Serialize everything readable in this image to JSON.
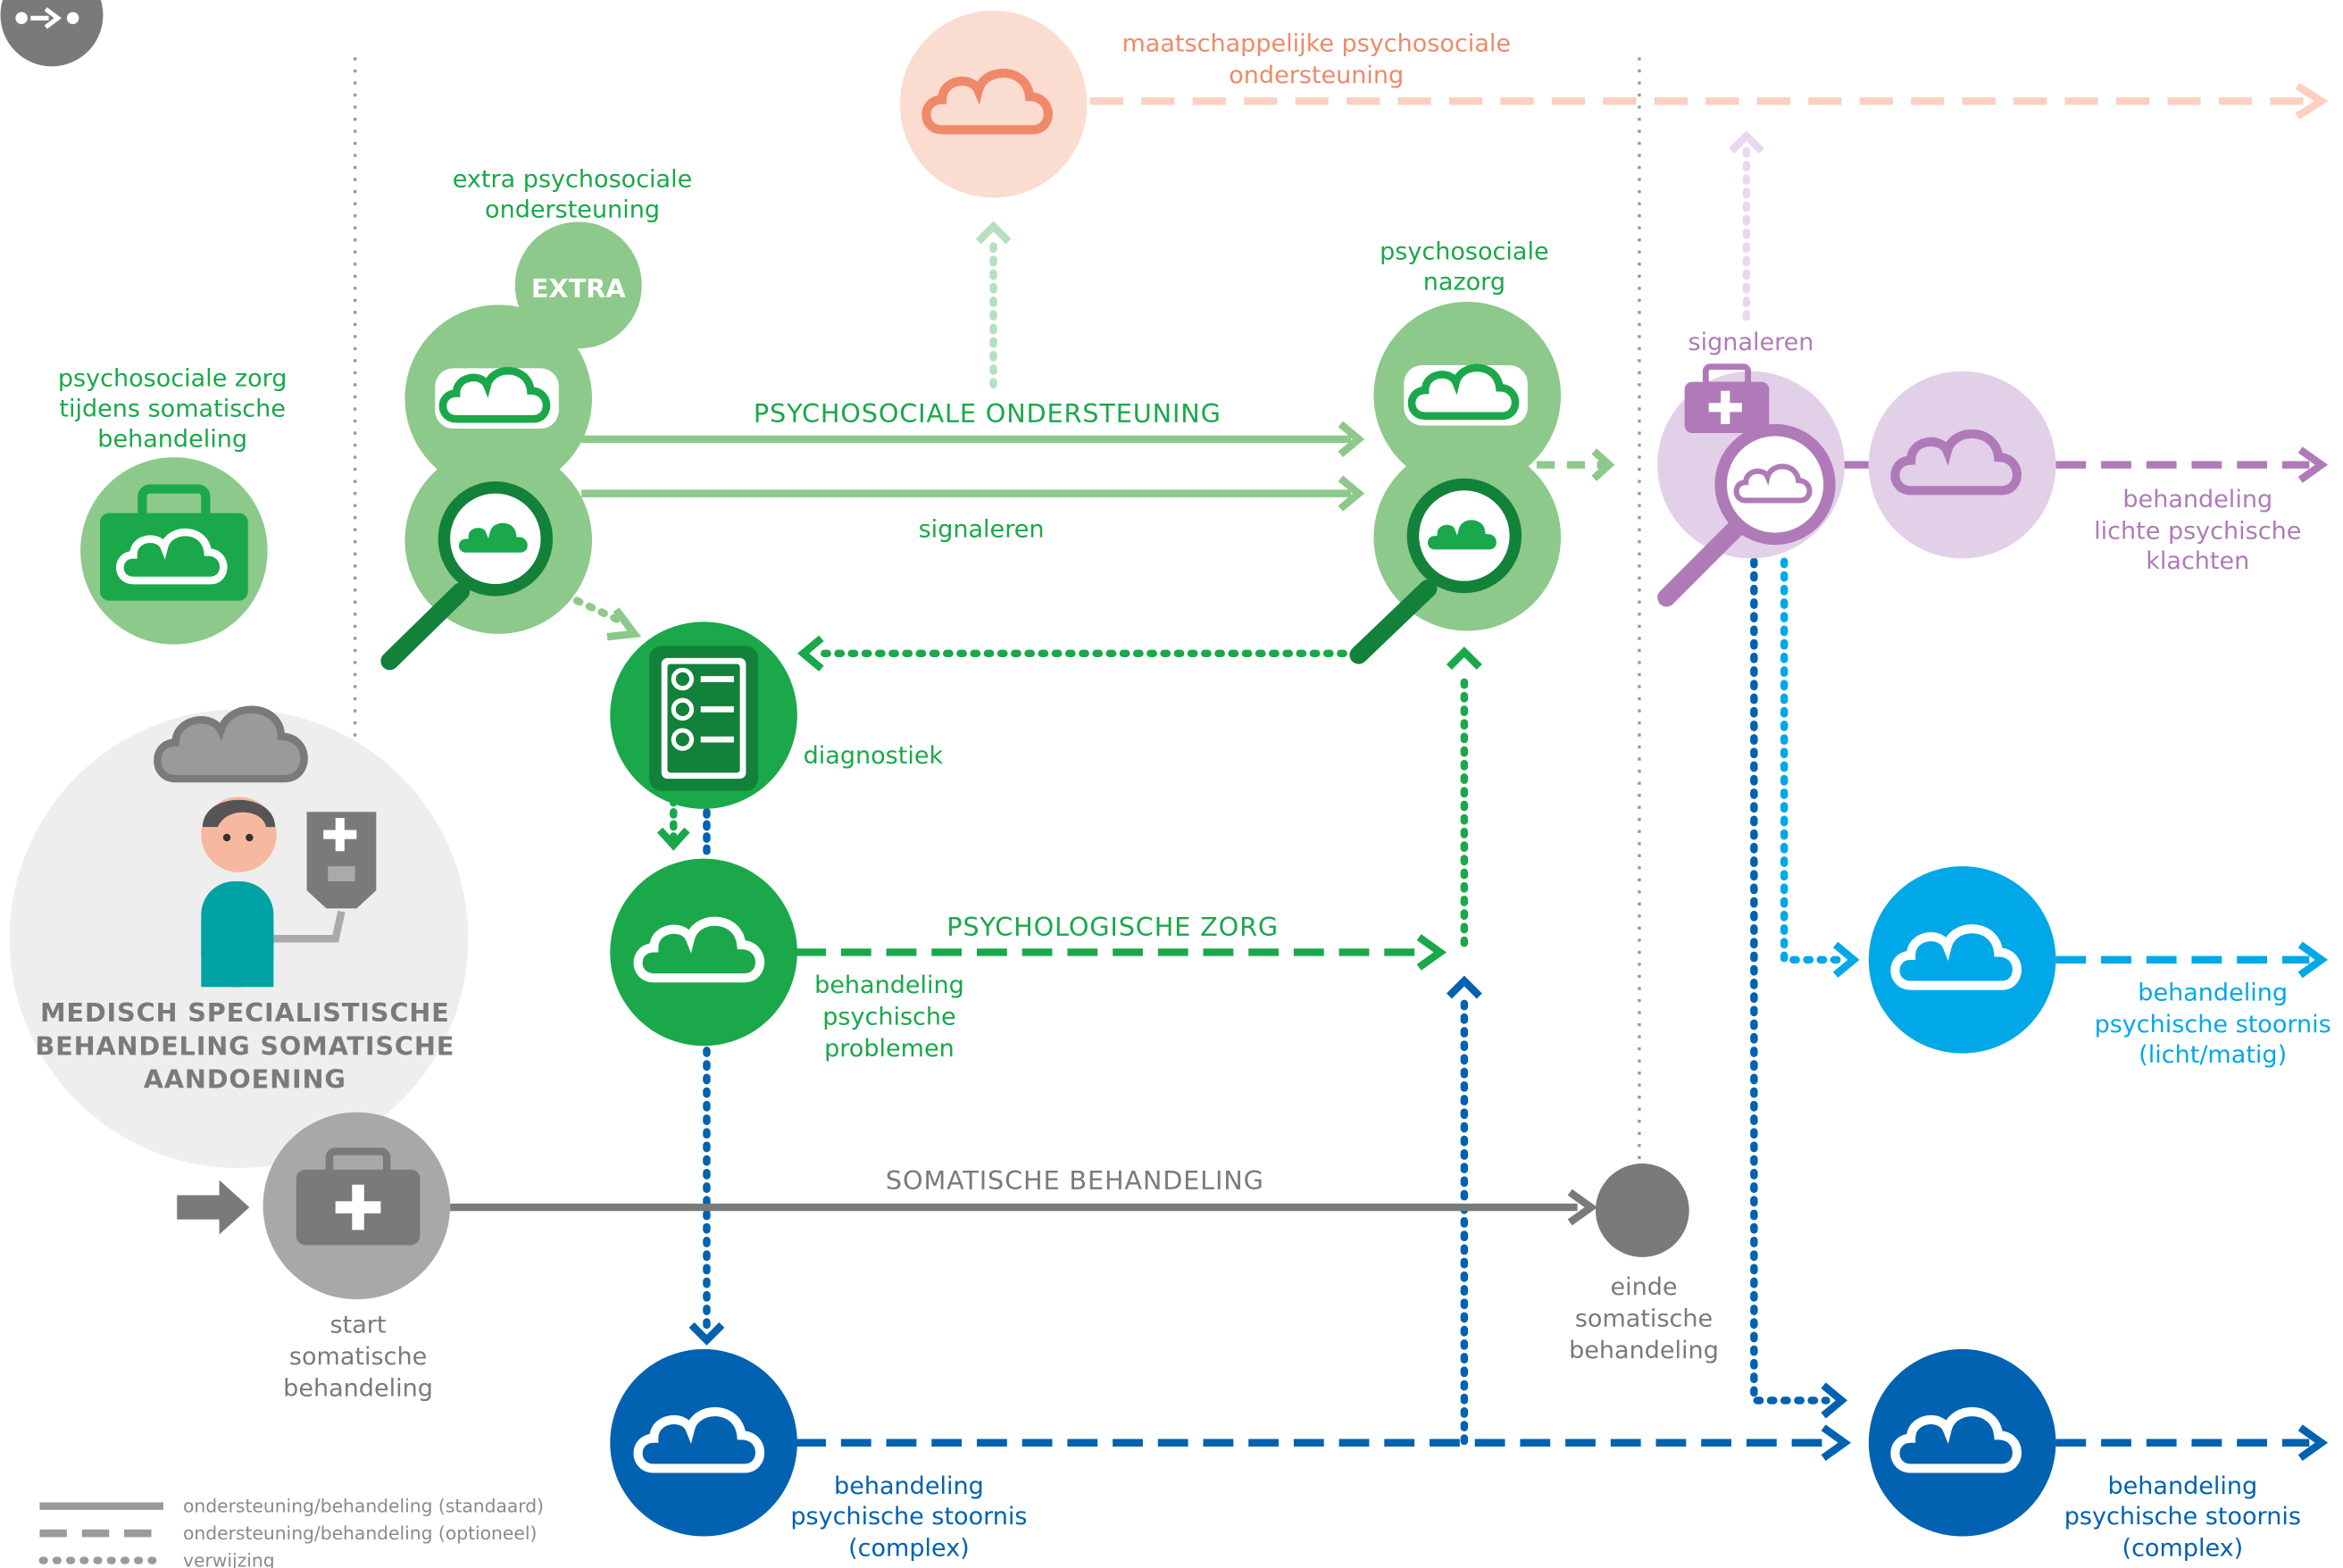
{
  "colors": {
    "green_light": "#8cc98a",
    "green": "#1aa84a",
    "green_dark": "#12813a",
    "peach": "#fbdcd0",
    "peach_text": "#f0896a",
    "purple_light": "#e2d0e8",
    "purple": "#b07ab8",
    "cyan": "#00a8e8",
    "blue": "#0062b0",
    "grey": "#7a7a7a",
    "grey_light": "#eeeeee"
  },
  "icons": [
    "flow-icon",
    "cloud-icon",
    "medical-kit-icon",
    "magnifier-icon",
    "checklist-icon",
    "patient-icon",
    "iv-bag-icon",
    "arrow-icon"
  ],
  "patient": {
    "title_line1": "MEDISCH SPECIALISTISCHE",
    "title_line2": "BEHANDELING SOMATISCHE",
    "title_line3": "AANDOENING"
  },
  "nodes": {
    "psychosociale_zorg": [
      "psychosociale zorg",
      "tijdens somatische",
      "behandeling"
    ],
    "extra": [
      "extra psychosociale",
      "ondersteuning"
    ],
    "extra_badge": "EXTRA",
    "maatschappelijk": [
      "maatschappelijke psychosociale",
      "ondersteuning"
    ],
    "nazorg": [
      "psychosociale",
      "nazorg"
    ],
    "signaleren_purple": "signaleren",
    "lichte_klachten": [
      "behandeling",
      "lichte psychische",
      "klachten"
    ],
    "diagnostiek": "diagnostiek",
    "psychische_problemen": [
      "behandeling",
      "psychische",
      "problemen"
    ],
    "stoornis_licht": [
      "behandeling",
      "psychische stoornis",
      "(licht/matig)"
    ],
    "start": [
      "start",
      "somatische",
      "behandeling"
    ],
    "einde": [
      "einde",
      "somatische",
      "behandeling"
    ],
    "stoornis_complex_mid": [
      "behandeling",
      "psychische stoornis",
      "(complex)"
    ],
    "stoornis_complex_right": [
      "behandeling",
      "psychische stoornis",
      "(complex)"
    ]
  },
  "flows": {
    "psychosociale_ondersteuning": "PSYCHOSOCIALE ONDERSTEUNING",
    "signaleren": "signaleren",
    "psychologische_zorg": "PSYCHOLOGISCHE ZORG",
    "somatische_behandeling": "SOMATISCHE BEHANDELING"
  },
  "legend": [
    {
      "style": "solid",
      "label": "ondersteuning/behandeling (standaard)"
    },
    {
      "style": "dashed",
      "label": "ondersteuning/behandeling (optioneel)"
    },
    {
      "style": "dotted",
      "label": "verwijzing"
    }
  ]
}
